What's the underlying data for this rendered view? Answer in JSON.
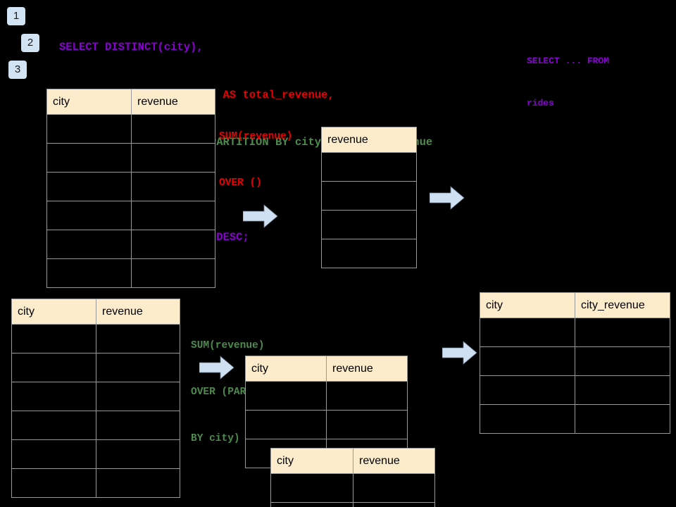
{
  "steps": [
    {
      "label": "1"
    },
    {
      "label": "2"
    },
    {
      "label": "3"
    }
  ],
  "sql": {
    "line1": "SELECT DISTINCT(city),",
    "line2": "    SUM(revenue) OVER () AS total_revenue,",
    "line3": "    SUM(revenue) OVER (PARTITION BY city) as city_revenue",
    "line4": "  FROM rides",
    "line5": "  ORDER by city_revenue DESC;",
    "colors": {
      "keyword": "#8A00D4",
      "total_revenue": "#E80000",
      "city_revenue": "#4E8A4E"
    }
  },
  "source_note": {
    "line1": "SELECT ... FROM",
    "line2": "rides"
  },
  "annotations": {
    "over_empty": {
      "line1": "SUM(revenue)",
      "line2": "OVER ()",
      "color": "#E80000"
    },
    "over_partition": {
      "line1": "SUM(revenue)",
      "line2": "OVER (PARTITION",
      "line3": "BY city)",
      "color": "#4E8A4E"
    }
  },
  "tables": {
    "rides_top": {
      "name": "rides-source-table-top",
      "headers": [
        "city",
        "revenue"
      ],
      "row_count": 6,
      "rows": [
        [
          "",
          ""
        ],
        [
          "",
          ""
        ],
        [
          "",
          ""
        ],
        [
          "",
          ""
        ],
        [
          "",
          ""
        ],
        [
          "",
          ""
        ]
      ]
    },
    "total_revenue": {
      "name": "total-revenue-table",
      "headers": [
        "revenue"
      ],
      "row_count": 4,
      "rows": [
        [
          ""
        ],
        [
          ""
        ],
        [
          ""
        ],
        [
          ""
        ]
      ]
    },
    "rides_bottom": {
      "name": "rides-source-table-bottom",
      "headers": [
        "city",
        "revenue"
      ],
      "row_count": 6,
      "rows": [
        [
          "",
          ""
        ],
        [
          "",
          ""
        ],
        [
          "",
          ""
        ],
        [
          "",
          ""
        ],
        [
          "",
          ""
        ],
        [
          "",
          ""
        ]
      ]
    },
    "partition_back": {
      "name": "partition-group-table-back",
      "headers": [
        "city",
        "revenue"
      ],
      "row_count": 3,
      "rows": [
        [
          "",
          ""
        ],
        [
          "",
          ""
        ],
        [
          "",
          ""
        ]
      ]
    },
    "partition_front": {
      "name": "partition-group-table-front",
      "headers": [
        "city",
        "revenue"
      ],
      "row_count": 2,
      "rows": [
        [
          "",
          ""
        ],
        [
          "",
          ""
        ]
      ]
    },
    "result": {
      "name": "result-table",
      "headers": [
        "city",
        "city_revenue"
      ],
      "row_count": 4,
      "rows": [
        [
          "",
          ""
        ],
        [
          "",
          ""
        ],
        [
          "",
          ""
        ],
        [
          "",
          ""
        ]
      ]
    }
  },
  "arrows": {
    "color": "#cfe0f2",
    "stroke": "#6b7d91",
    "count": 4
  },
  "theme": {
    "background": "#000000",
    "header_fill": "#fdeccc",
    "grid_line": "#9a9a9a",
    "badge_fill": "#d2e3f3"
  }
}
